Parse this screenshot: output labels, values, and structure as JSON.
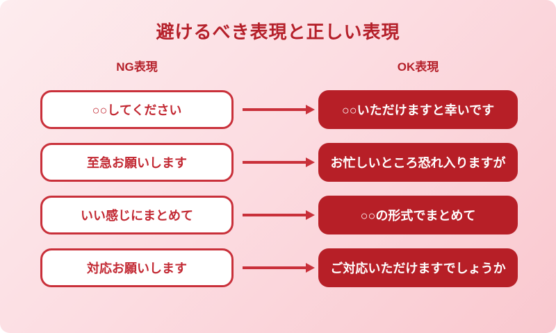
{
  "title": "避けるべき表現と正しい表現",
  "columns": {
    "ng_label": "NG表現",
    "ok_label": "OK表現"
  },
  "rows": [
    {
      "ng": "○○してください",
      "ok": "○○いただけますと幸いです"
    },
    {
      "ng": "至急お願いします",
      "ok": "お忙しいところ恐れ入りますが"
    },
    {
      "ng": "いい感じにまとめて",
      "ok": "○○の形式でまとめて"
    },
    {
      "ng": "対応お願いします",
      "ok": "ご対応いただけますでしょうか"
    }
  ],
  "colors": {
    "background_gradient_start": "#fdecee",
    "background_gradient_end": "#f9c8cf",
    "accent_red_fill": "#b71f27",
    "border_red": "#c9303a",
    "text_red": "#b5202a",
    "ng_box_background": "#ffffff",
    "ok_text": "#ffffff"
  }
}
